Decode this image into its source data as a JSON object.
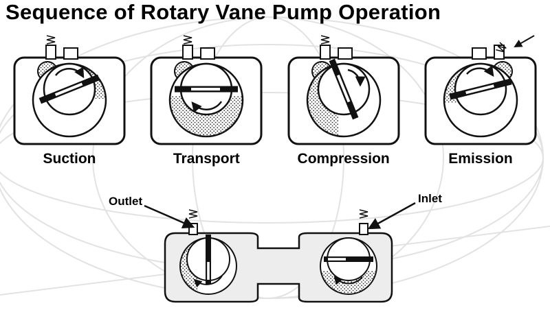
{
  "title": "Sequence of Rotary Vane Pump Operation",
  "stages": [
    {
      "label": "Suction"
    },
    {
      "label": "Transport"
    },
    {
      "label": "Compression"
    },
    {
      "label": "Emission"
    }
  ],
  "bottom_diagram": {
    "outlet_label": "Outlet",
    "inlet_label": "Inlet"
  },
  "colors": {
    "ink": "#111111",
    "stipple": "#333333",
    "housing_fill": "#ededed",
    "watermark": "#e2e2e2"
  }
}
